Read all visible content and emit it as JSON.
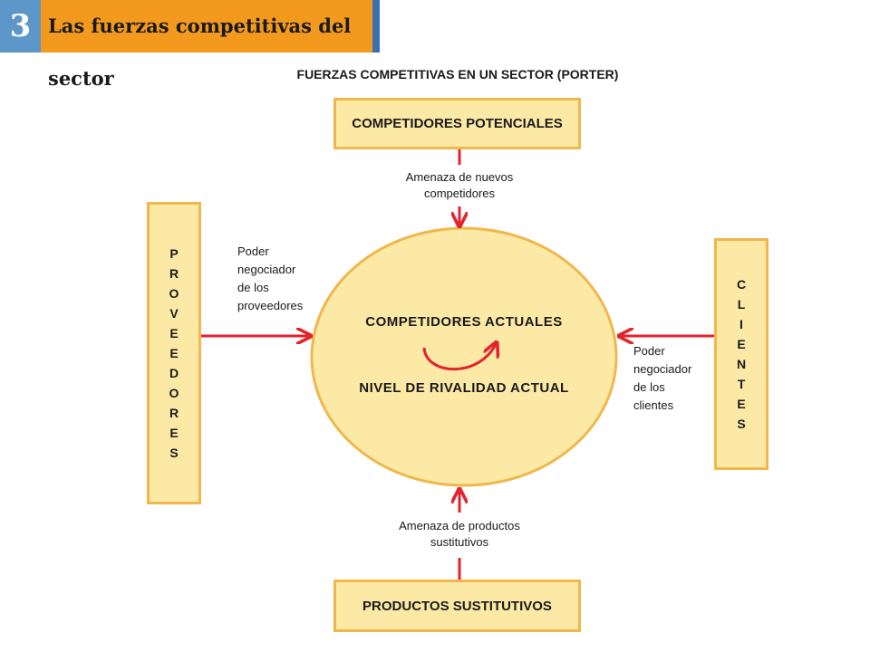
{
  "header": {
    "number": "3",
    "title": "Las fuerzas competitivas del sector"
  },
  "diagram": {
    "title": "FUERZAS COMPETITIVAS EN UN SECTOR (PORTER)",
    "top_box": "COMPETIDORES POTENCIALES",
    "bottom_box": "PRODUCTOS SUSTITUTIVOS",
    "left_box_letters": [
      "P",
      "R",
      "O",
      "V",
      "E",
      "E",
      "D",
      "O",
      "R",
      "E",
      "S"
    ],
    "right_box_letters": [
      "C",
      "L",
      "I",
      "E",
      "N",
      "T",
      "E",
      "S"
    ],
    "center_line1": "COMPETIDORES ACTUALES",
    "center_line2": "NIVEL DE RIVALIDAD ACTUAL",
    "top_arrow_label": [
      "Amenaza de nuevos",
      "competidores"
    ],
    "bottom_arrow_label": [
      "Amenaza de productos",
      "sustitutivos"
    ],
    "left_arrow_label": [
      "Poder",
      "negociador",
      "de los",
      "proveedores"
    ],
    "right_arrow_label": [
      "Poder",
      "negociador",
      "de los",
      "clientes"
    ],
    "colors": {
      "box_fill": "#fce9a6",
      "box_border": "#f0b84c",
      "arrow": "#e3232d",
      "header_orange": "#f39a1e",
      "header_blue": "#5d97c9"
    }
  }
}
